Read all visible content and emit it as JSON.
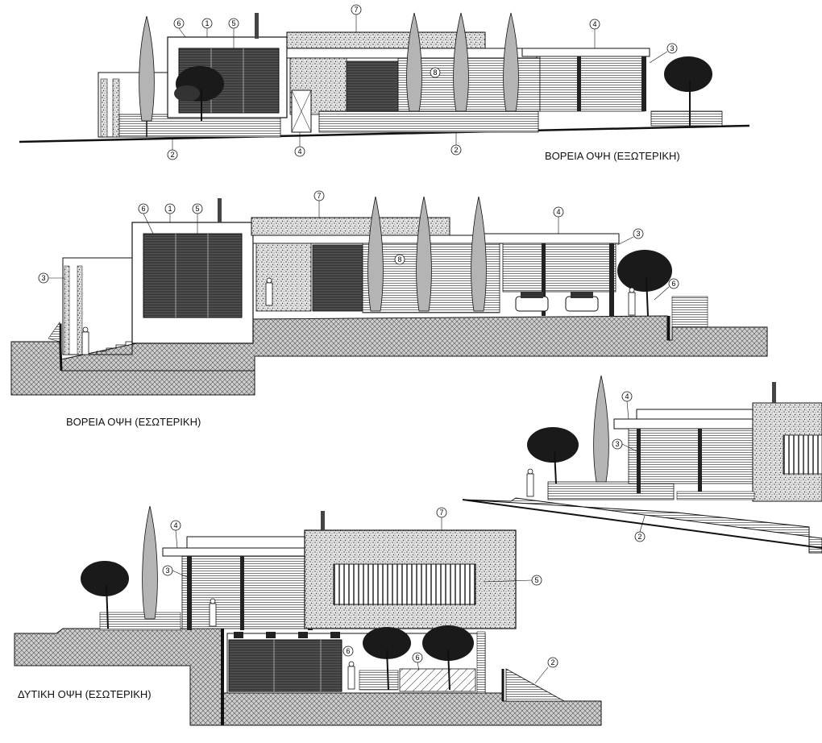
{
  "elevations": {
    "north_exterior": {
      "title": "ΒΟΡΕΙΑ ΟΨΗ (ΕΞΩΤΕΡΙΚΗ)",
      "markers": [
        "6",
        "1",
        "5",
        "7",
        "4",
        "3",
        "8",
        "2",
        "4",
        "2"
      ]
    },
    "north_interior": {
      "title": "ΒΟΡΕΙΑ ΟΨΗ (ΕΣΩΤΕΡΙΚΗ)",
      "markers": [
        "6",
        "1",
        "5",
        "7",
        "4",
        "3",
        "3",
        "8",
        "6"
      ]
    },
    "partial_right": {
      "markers": [
        "4",
        "3",
        "2"
      ]
    },
    "west_interior": {
      "title": "ΔΥΤΙΚΗ ΟΨΗ (ΕΣΩΤΕΡΙΚΗ)",
      "markers": [
        "4",
        "7",
        "3",
        "5",
        "6",
        "6",
        "2"
      ]
    }
  },
  "colors": {
    "line": "#111111",
    "louver_dark": "#4a4a4a",
    "cypress": "#b4b4b4",
    "stone_fill": "#d8d8d8",
    "soil": "#9a9a9a",
    "paper": "#ffffff"
  }
}
